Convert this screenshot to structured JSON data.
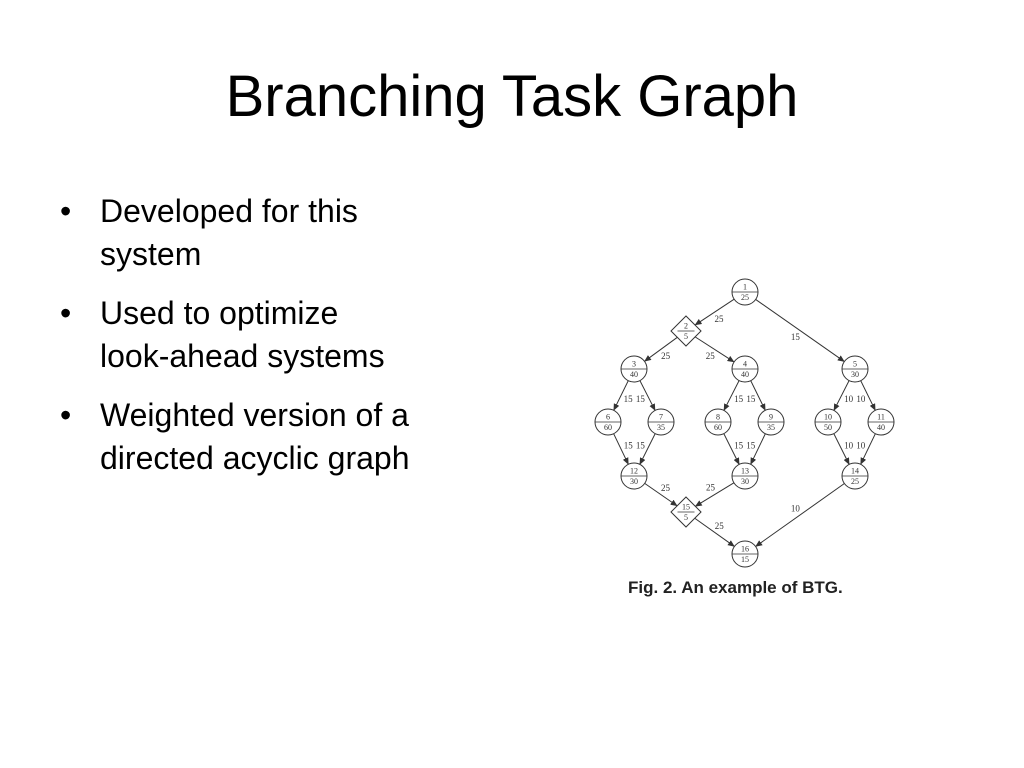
{
  "slide": {
    "title": "Branching Task Graph",
    "bullets": [
      {
        "marker": "•",
        "lines": [
          "Developed for this",
          "system"
        ]
      },
      {
        "marker": "•",
        "lines": [
          "Used to optimize",
          "look-ahead systems"
        ]
      },
      {
        "marker": "•",
        "lines": [
          "Weighted version of a",
          "directed acyclic graph"
        ]
      }
    ]
  },
  "figure": {
    "caption": "Fig. 2. An example of BTG.",
    "nodes": [
      {
        "id": "1",
        "weight": "25",
        "shape": "circle"
      },
      {
        "id": "2",
        "weight": "5",
        "shape": "diamond"
      },
      {
        "id": "3",
        "weight": "40",
        "shape": "circle"
      },
      {
        "id": "4",
        "weight": "40",
        "shape": "circle"
      },
      {
        "id": "5",
        "weight": "30",
        "shape": "circle"
      },
      {
        "id": "6",
        "weight": "60",
        "shape": "circle"
      },
      {
        "id": "7",
        "weight": "35",
        "shape": "circle"
      },
      {
        "id": "8",
        "weight": "60",
        "shape": "circle"
      },
      {
        "id": "9",
        "weight": "35",
        "shape": "circle"
      },
      {
        "id": "10",
        "weight": "50",
        "shape": "circle"
      },
      {
        "id": "11",
        "weight": "40",
        "shape": "circle"
      },
      {
        "id": "12",
        "weight": "30",
        "shape": "circle"
      },
      {
        "id": "13",
        "weight": "30",
        "shape": "circle"
      },
      {
        "id": "14",
        "weight": "25",
        "shape": "circle"
      },
      {
        "id": "15",
        "weight": "5",
        "shape": "diamond"
      },
      {
        "id": "16",
        "weight": "15",
        "shape": "circle"
      }
    ],
    "edges": [
      {
        "from": "1",
        "to": "2",
        "weight": "25"
      },
      {
        "from": "1",
        "to": "5",
        "weight": "15"
      },
      {
        "from": "2",
        "to": "3",
        "weight": "25"
      },
      {
        "from": "2",
        "to": "4",
        "weight": "25"
      },
      {
        "from": "3",
        "to": "6",
        "weight": "15"
      },
      {
        "from": "3",
        "to": "7",
        "weight": "15"
      },
      {
        "from": "4",
        "to": "8",
        "weight": "15"
      },
      {
        "from": "4",
        "to": "9",
        "weight": "15"
      },
      {
        "from": "5",
        "to": "10",
        "weight": "10"
      },
      {
        "from": "5",
        "to": "11",
        "weight": "10"
      },
      {
        "from": "6",
        "to": "12",
        "weight": "15"
      },
      {
        "from": "7",
        "to": "12",
        "weight": "15"
      },
      {
        "from": "8",
        "to": "13",
        "weight": "15"
      },
      {
        "from": "9",
        "to": "13",
        "weight": "15"
      },
      {
        "from": "10",
        "to": "14",
        "weight": "10"
      },
      {
        "from": "11",
        "to": "14",
        "weight": "10"
      },
      {
        "from": "12",
        "to": "15",
        "weight": "25"
      },
      {
        "from": "13",
        "to": "15",
        "weight": "25"
      },
      {
        "from": "14",
        "to": "16",
        "weight": "10"
      },
      {
        "from": "15",
        "to": "16",
        "weight": "25"
      }
    ]
  }
}
